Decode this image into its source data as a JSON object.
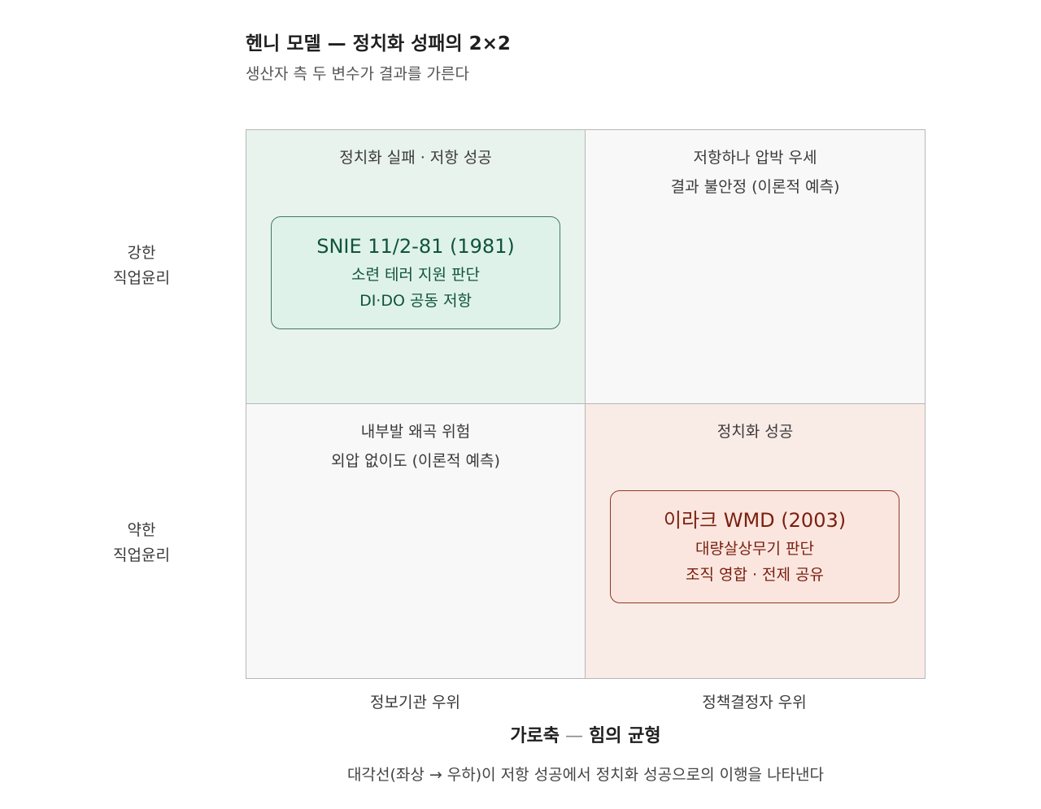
{
  "header": {
    "title": "헨니 모델 — 정치화 성패의 2×2",
    "subtitle": "생산자 측 두 변수가 결과를 가른다"
  },
  "y_axis": {
    "strong_line1": "강한",
    "strong_line2": "직업윤리",
    "weak_line1": "약한",
    "weak_line2": "직업윤리"
  },
  "x_axis": {
    "left_label": "정보기관 우위",
    "right_label": "정책결정자 우위",
    "title_main": "가로축",
    "title_dash": "—",
    "title_sub": "힘의 균형"
  },
  "quadrants": {
    "top_left": {
      "heading": "정치화 실패 · 저항 성공",
      "case": {
        "title": "SNIE 11/2-81 (1981)",
        "line1": "소련 테러 지원 판단",
        "line2": "DI·DO 공동 저항"
      }
    },
    "top_right": {
      "heading1": "저항하나 압박 우세",
      "heading2": "결과 불안정 (이론적 예측)"
    },
    "bottom_left": {
      "heading1": "내부발 왜곡 위험",
      "heading2": "외압 없이도 (이론적 예측)"
    },
    "bottom_right": {
      "heading": "정치화 성공",
      "case": {
        "title": "이라크 WMD (2003)",
        "line1": "대량살상무기 판단",
        "line2": "조직 영합 · 전제 공유"
      }
    }
  },
  "footnote": "대각선(좌상 → 우하)이 저항 성공에서 정치화 성공으로의 이행을 나타낸다",
  "colors": {
    "success_resist_bg": "#e9f3ee",
    "success_resist_accent": "#0f5538",
    "politicized_bg": "#f9ebe6",
    "politicized_accent": "#7a1f0f",
    "neutral_bg": "#f8f8f8"
  }
}
